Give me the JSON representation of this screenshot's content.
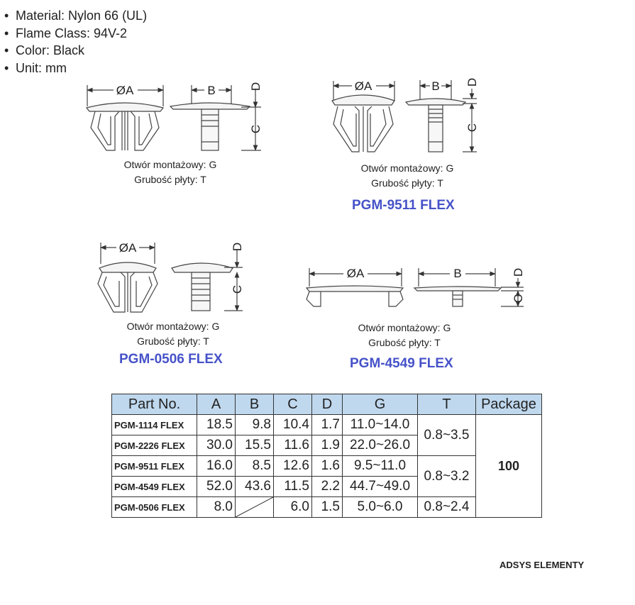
{
  "specs": [
    {
      "label": "Material: Nylon 66 (UL)"
    },
    {
      "label": "Flame Class: 94V-2"
    },
    {
      "label": "Color: Black"
    },
    {
      "label": "Unit: mm"
    }
  ],
  "drawings": {
    "dim_a": "ØA",
    "dim_b": "B",
    "dim_c": "C",
    "dim_d": "D"
  },
  "captions": {
    "mount_hole": "Otwór montażowy:  G",
    "mount_hole_alt": "Otwór montażowy: G",
    "plate_thickness": "Grubość płyty: T"
  },
  "part_titles": {
    "p9511": "PGM-9511 FLEX",
    "p0506": "PGM-0506 FLEX",
    "p4549": "PGM-4549 FLEX"
  },
  "table": {
    "headers": [
      "Part No.",
      "A",
      "B",
      "C",
      "D",
      "G",
      "T",
      "Package"
    ],
    "rows": [
      {
        "part": "PGM-1114 FLEX",
        "a": "18.5",
        "b": "9.8",
        "c": "10.4",
        "d": "1.7",
        "g": "11.0~14.0"
      },
      {
        "part": "PGM-2226 FLEX",
        "a": "30.0",
        "b": "15.5",
        "c": "11.6",
        "d": "1.9",
        "g": "22.0~26.0"
      },
      {
        "part": "PGM-9511 FLEX",
        "a": "16.0",
        "b": "8.5",
        "c": "12.6",
        "d": "1.6",
        "g": "9.5~11.0"
      },
      {
        "part": "PGM-4549 FLEX",
        "a": "52.0",
        "b": "43.6",
        "c": "11.5",
        "d": "2.2",
        "g": "44.7~49.0"
      },
      {
        "part": "PGM-0506 FLEX",
        "a": "8.0",
        "b": "",
        "c": "6.0",
        "d": "1.5",
        "g": "5.0~6.0"
      }
    ],
    "t_values": [
      "0.8~3.5",
      "0.8~3.2",
      "0.8~2.4"
    ],
    "package": "100"
  },
  "brand": "ADSYS ELEMENTY"
}
